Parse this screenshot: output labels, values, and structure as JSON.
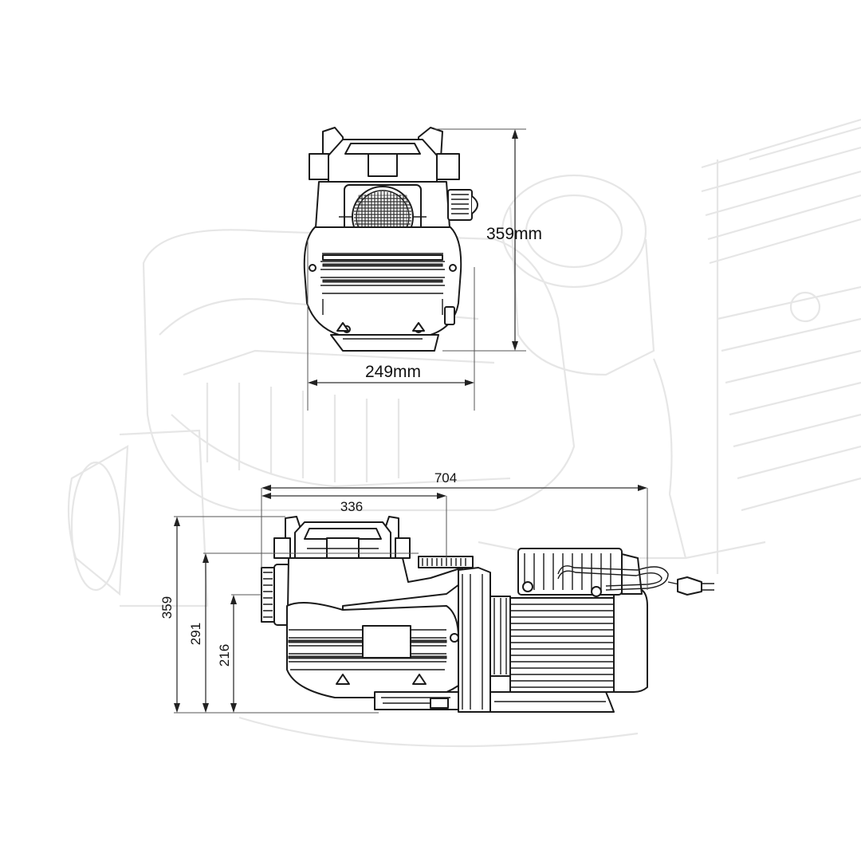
{
  "front_view": {
    "height_label": "359mm",
    "width_label": "249mm"
  },
  "side_view": {
    "overall_length": "704",
    "strainer_length": "336",
    "overall_height": "359",
    "outlet_height": "291",
    "inlet_height": "216"
  },
  "colors": {
    "line": "#1a1a1a",
    "ghost": "#e6e6e6",
    "background": "#ffffff"
  }
}
